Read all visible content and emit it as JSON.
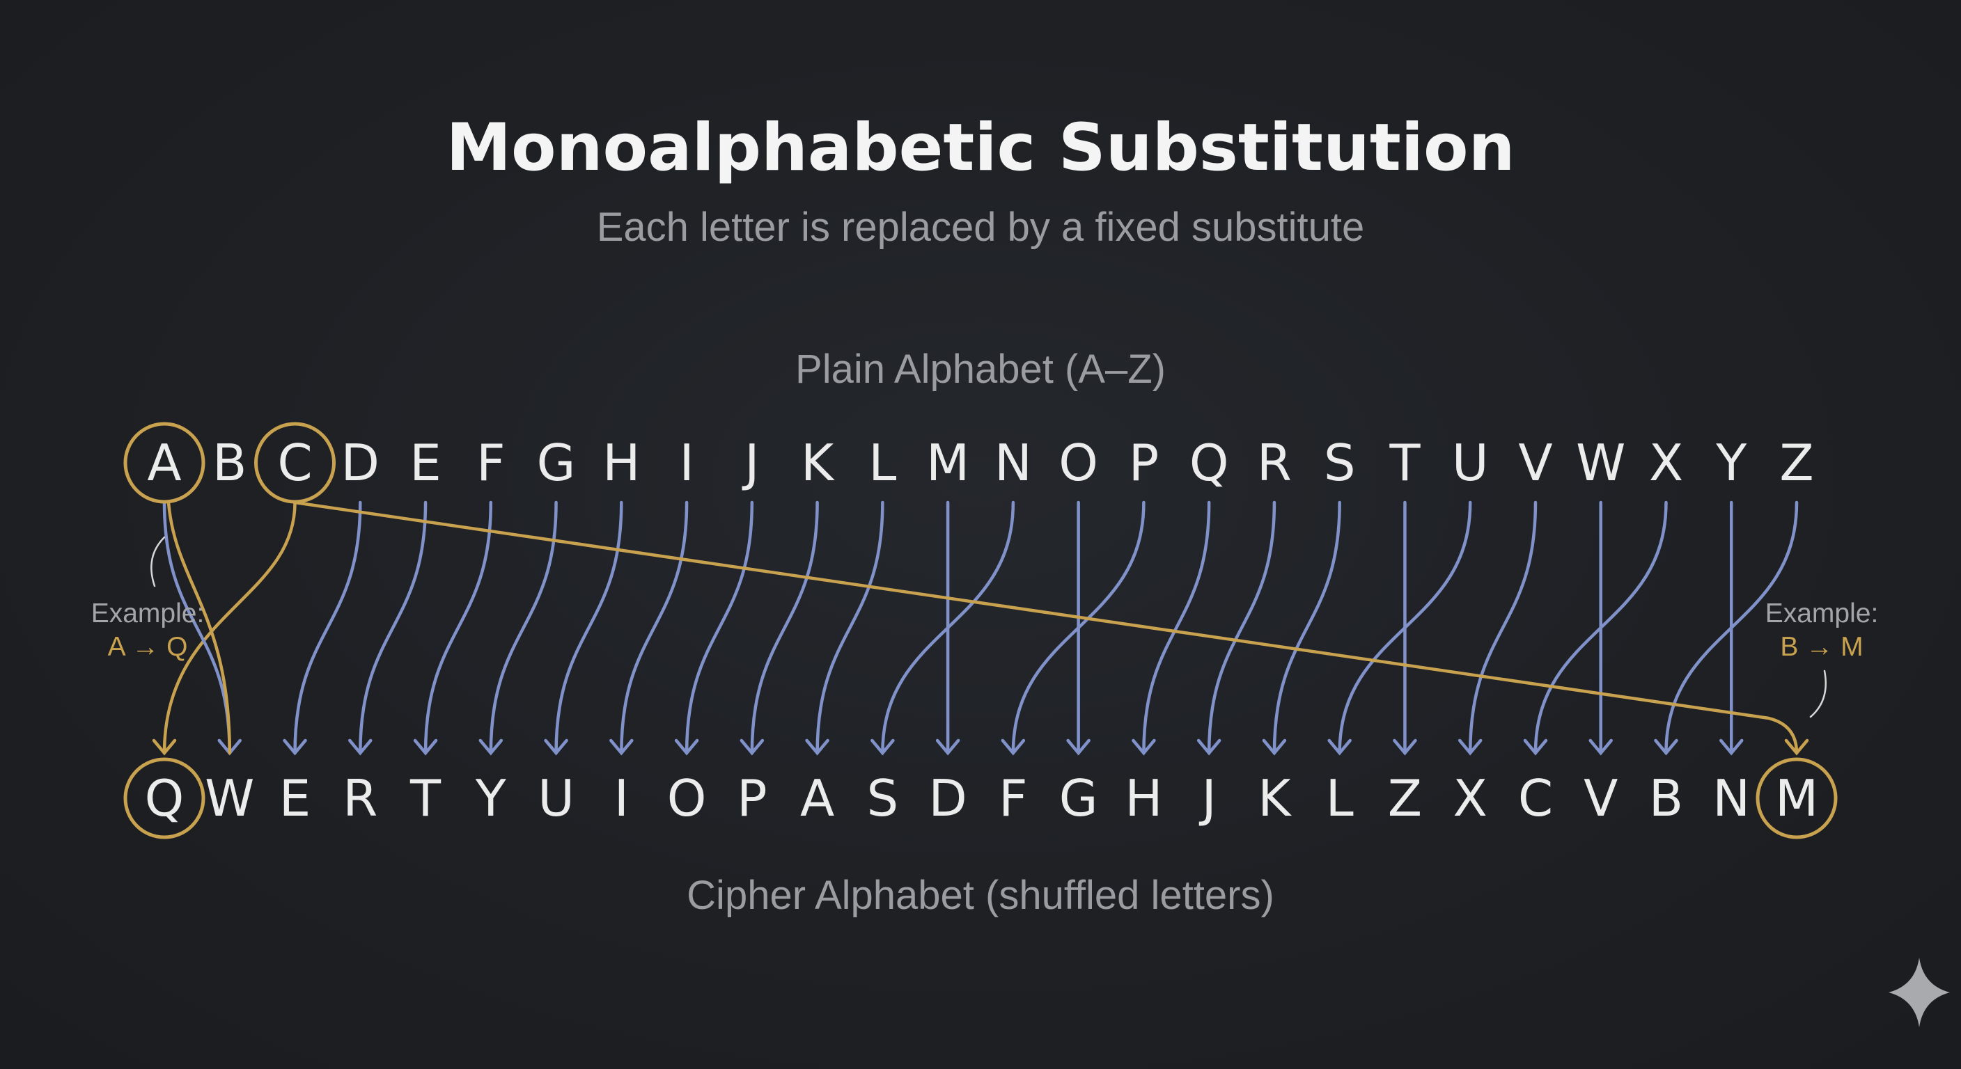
{
  "title": "Monoalphabetic Substitution",
  "subtitle": "Each letter is replaced by a fixed substitute",
  "plain_label": "Plain Alphabet (A–Z)",
  "cipher_label": "Cipher Alphabet (shuffled letters)",
  "plain_letters": [
    "A",
    "B",
    "C",
    "D",
    "E",
    "F",
    "G",
    "H",
    "I",
    "J",
    "K",
    "L",
    "M",
    "N",
    "O",
    "P",
    "Q",
    "R",
    "S",
    "T",
    "U",
    "V",
    "W",
    "X",
    "Y",
    "Z"
  ],
  "cipher_letters": [
    "Q",
    "W",
    "E",
    "R",
    "T",
    "Y",
    "U",
    "I",
    "O",
    "P",
    "A",
    "S",
    "D",
    "F",
    "G",
    "H",
    "J",
    "K",
    "L",
    "Z",
    "X",
    "C",
    "V",
    "B",
    "N",
    "M"
  ],
  "example_left": {
    "heading": "Example:",
    "mapping": "A → Q"
  },
  "example_right": {
    "heading": "Example:",
    "mapping": "B → M"
  },
  "highlighted_plain": [
    "A",
    "C"
  ],
  "highlighted_cipher": [
    "Q",
    "M"
  ],
  "colors": {
    "background": "#1e2024",
    "highlight": "#c9a24f",
    "connector": "#8092c9",
    "text": "#ececec",
    "muted": "#9a9ca1"
  },
  "icons": {
    "corner": "sparkle-icon"
  }
}
